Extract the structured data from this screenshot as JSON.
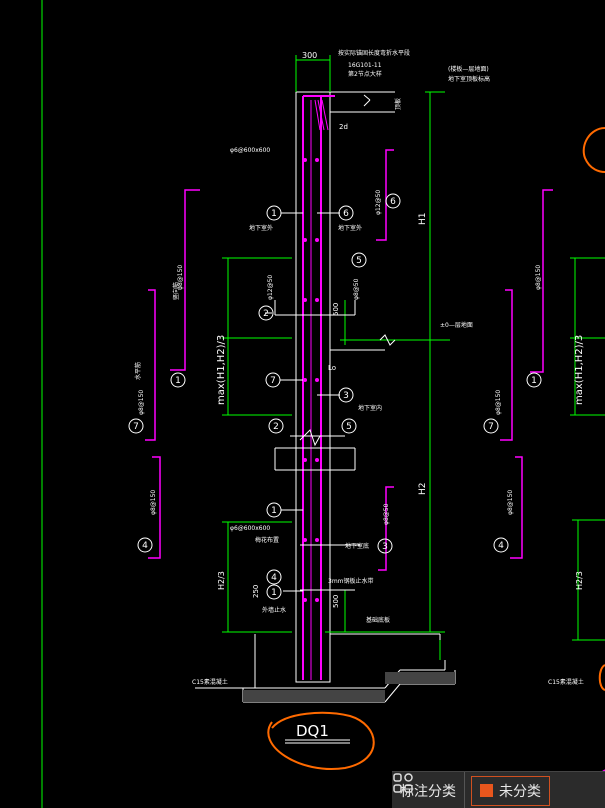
{
  "drawing": {
    "dims": {
      "top_width": "300",
      "h1": "H1",
      "h2": "H2",
      "lo": "Lo",
      "max_left": "max(H1,H2)/3",
      "max_right": "max(H1,H2)/3",
      "h2_3": "H2/3",
      "h2_3_right": "H2/3",
      "d500": "500",
      "d500b": "500",
      "d250": "250",
      "d2d": "2d"
    },
    "notes": {
      "top_note": "按实际锚固长度弯折水平段",
      "atlas": "16G101-11",
      "atlas2": "第2节点大样",
      "top_right": "(楼板—层地面)",
      "top_right2": "地下室顶板标高",
      "slab_label": "顶板",
      "ground_label": "±0—层地面",
      "basement_floor": "地下室底",
      "basement_top": "地下室外",
      "basement_in": "地下室内",
      "foundation": "基础底板",
      "c15": "C15素混凝土",
      "c15_right": "C15素混凝土",
      "waterproof": "3mm钢板止水带",
      "water_label": "外墙止水",
      "wall_out": "地下室外",
      "tie_top": "φ6@600x600",
      "tie_bottom": "φ6@600x600",
      "tie_bottom_label": "梅花布置",
      "r12": "φ12@50",
      "r12b": "φ12@50",
      "r12c": "φ8@50",
      "r12d": "φ8@50",
      "rebar_left_top": "φ8@150",
      "rebar_left_mid": "φ8@150",
      "rebar_left_bot": "φ8@150",
      "rebar_right_top": "φ8@150",
      "rebar_right_mid": "φ8@150",
      "rebar_right_bot": "φ8@150",
      "vert_label": "竖向筋",
      "horiz_label": "水平筋",
      "dq_label": "DQ1"
    },
    "callouts": [
      "1",
      "2",
      "3",
      "4",
      "5",
      "6",
      "7"
    ],
    "colors": {
      "wall": "#ff00ff",
      "dims": "#00ff00",
      "text": "#ffffff",
      "highlight": "#ff6a00",
      "rebar": "#ff00ff"
    }
  },
  "toolbar": {
    "classify_label": "标注分类",
    "unclassified_label": "未分类",
    "icon": "grid-icon"
  }
}
